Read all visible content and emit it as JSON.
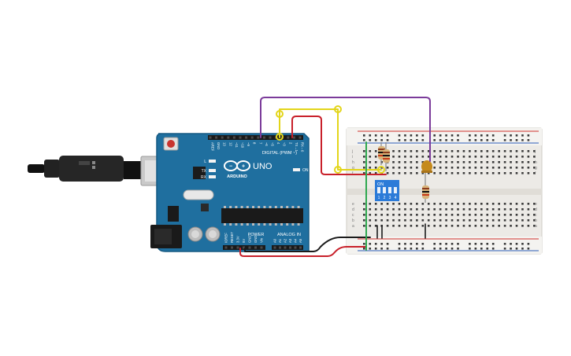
{
  "colors": {
    "board": "#1f6f9f",
    "board_edge": "#165a83",
    "breadboard": "#eceae6",
    "breadboard_rail": "#f7f6f3",
    "hole": "#3a3a3a",
    "rail_red": "#d0312d",
    "rail_blue": "#2d5cb8",
    "wire_purple": "#7b3b9a",
    "wire_yellow": "#e3d51a",
    "wire_red": "#c8202a",
    "wire_green": "#2fa84f",
    "wire_black": "#1b1b1b",
    "dip_switch": "#2c7bd8",
    "led": "#c58a1b",
    "usb": "#2b2b2b"
  },
  "arduino": {
    "brand": "ARDUINO",
    "model": "UNO",
    "digital_header": "DIGITAL (PWM ~)",
    "power_header": "POWER",
    "analog_header": "ANALOG IN",
    "label_l": "L",
    "label_tx": "TX",
    "label_rx": "RX",
    "label_on": "ON",
    "digital_pins": [
      "AREF",
      "GND",
      "13",
      "12",
      "~11",
      "~10",
      "~9",
      "8",
      "7",
      "~6",
      "~5",
      "4",
      "~3",
      "2",
      "TX→1",
      "RX←0"
    ],
    "power_pins": [
      "IOREF",
      "RESET",
      "3.3V",
      "5V",
      "GND",
      "GND",
      "Vin"
    ],
    "analog_pins": [
      "A0",
      "A1",
      "A2",
      "A3",
      "A4",
      "A5"
    ]
  },
  "breadboard": {
    "row_letters_top": [
      "j",
      "i",
      "h",
      "g",
      "f"
    ],
    "row_letters_bottom": [
      "e",
      "d",
      "c",
      "b",
      "a"
    ],
    "columns": 30
  },
  "dip_switch": {
    "label_on": "ON",
    "switch_numbers": [
      "1",
      "2",
      "3",
      "4"
    ]
  },
  "components": {
    "led": "led",
    "resistors": [
      "resistor-1",
      "resistor-2",
      "resistor-3"
    ]
  }
}
